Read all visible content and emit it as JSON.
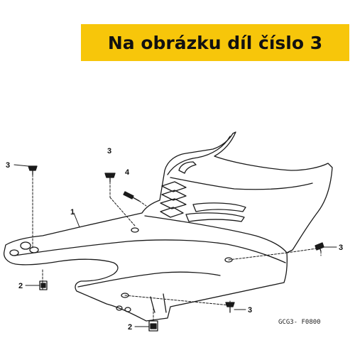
{
  "banner": {
    "text": "Na obrázku díl číslo 3"
  },
  "callouts": [
    {
      "id": "a",
      "label": "3"
    },
    {
      "id": "b",
      "label": "3"
    },
    {
      "id": "c",
      "label": "4"
    },
    {
      "id": "d",
      "label": "1"
    },
    {
      "id": "e",
      "label": "3"
    },
    {
      "id": "f",
      "label": "2"
    },
    {
      "id": "g",
      "label": "3"
    },
    {
      "id": "h",
      "label": "2"
    }
  ],
  "diagram_code": "GCG3- F0800",
  "colors": {
    "banner": "#f7c60a",
    "line": "#1a1a1a"
  }
}
